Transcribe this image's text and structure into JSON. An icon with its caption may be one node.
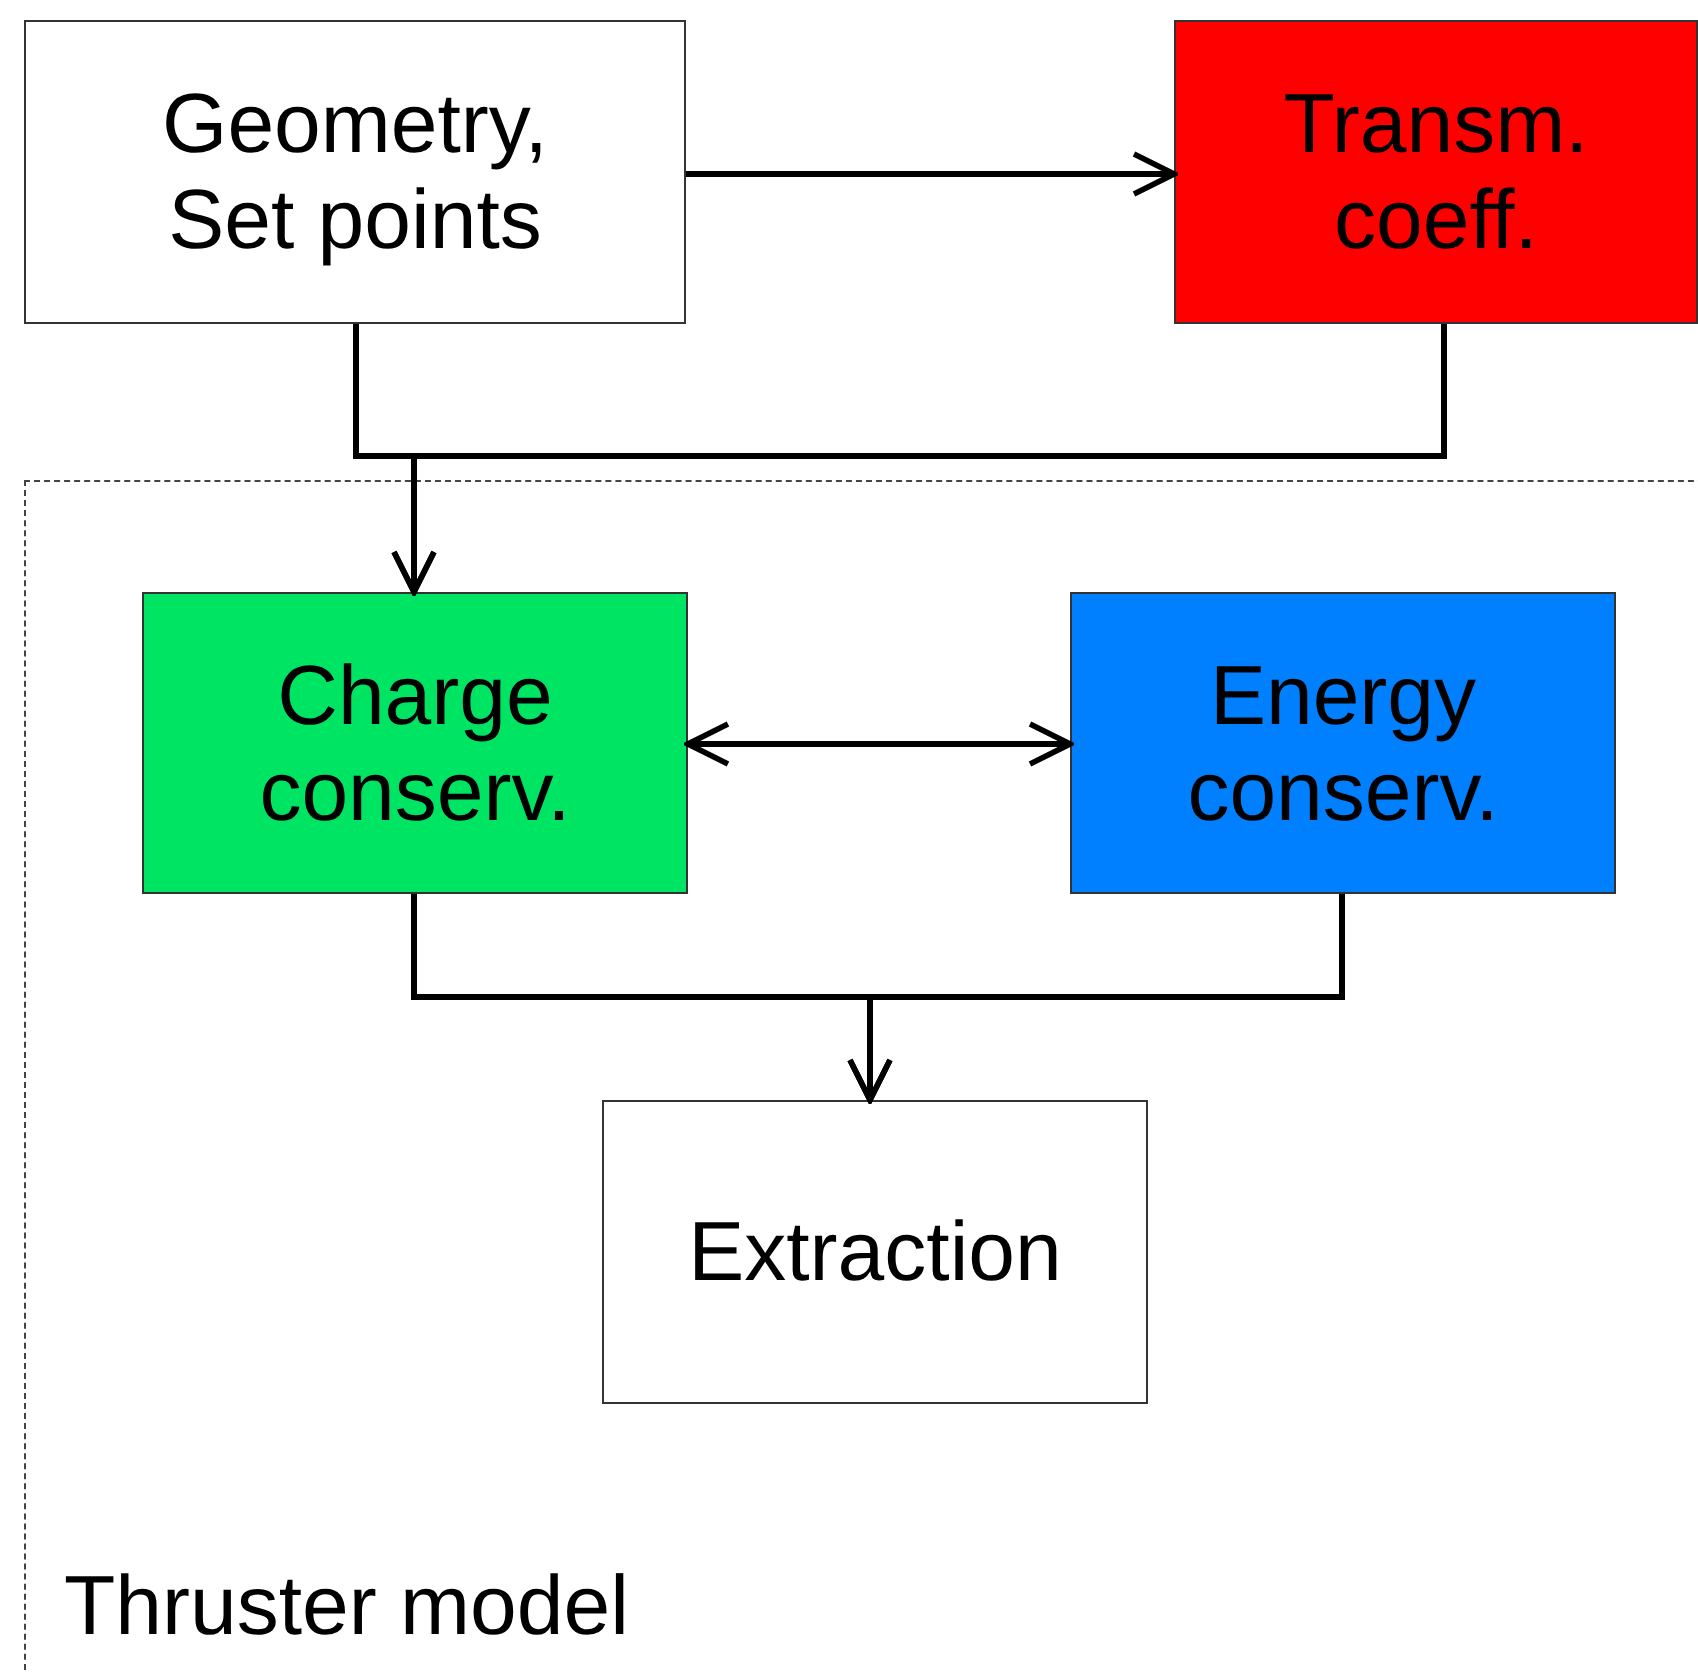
{
  "diagram": {
    "nodes": [
      {
        "text": [
          "Geometry, Set points"
        ]
      },
      {
        "text": [
          "Transm. coeff."
        ]
      },
      {
        "text": [
          "Thruster model"
        ]
      },
      {
        "text": [
          "Charge conserv."
        ],
        "in": 2
      },
      {
        "text": [
          "Energy conserv."
        ],
        "in": 2
      },
      {
        "text": [
          "Extraction"
        ],
        "in": 2
      }
    ],
    "edges": [
      {
        "from": 0,
        "to": 1,
        "arrow": "to"
      },
      {
        "from": 0,
        "to": 3,
        "arrow": "to"
      },
      {
        "from": 1,
        "to": 3,
        "arrow": "to"
      },
      {
        "from": 3,
        "to": 4,
        "arrow": "both"
      },
      {
        "from": 3,
        "to": 5,
        "arrow": "to"
      },
      {
        "from": 4,
        "to": 5,
        "arrow": "to"
      }
    ]
  }
}
